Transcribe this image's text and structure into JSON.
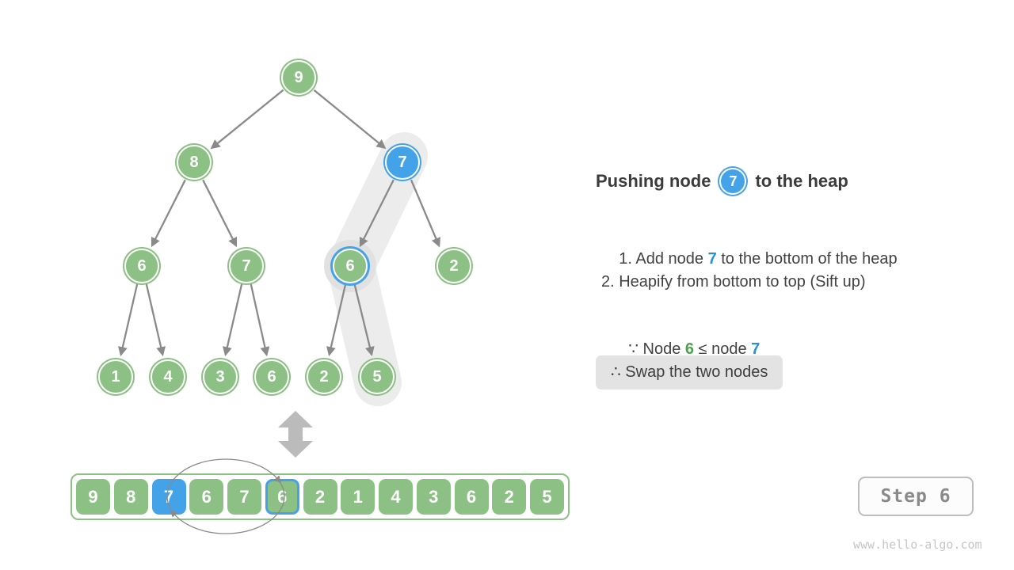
{
  "colors": {
    "node_green": "#8CC084",
    "node_blue": "#43A2E8",
    "text_blue": "#2492DB",
    "text_green": "#4DA04D",
    "band_gray": "#ECECEC",
    "arrow_gray": "#8A8A8A"
  },
  "tree": {
    "nodes": [
      {
        "value": "9",
        "state": "green"
      },
      {
        "value": "8",
        "state": "green"
      },
      {
        "value": "7",
        "state": "blue-filled"
      },
      {
        "value": "6",
        "state": "green"
      },
      {
        "value": "7",
        "state": "green"
      },
      {
        "value": "6",
        "state": "blue-outlined"
      },
      {
        "value": "2",
        "state": "green"
      },
      {
        "value": "1",
        "state": "green"
      },
      {
        "value": "4",
        "state": "green"
      },
      {
        "value": "3",
        "state": "green"
      },
      {
        "value": "6",
        "state": "green"
      },
      {
        "value": "2",
        "state": "green"
      },
      {
        "value": "5",
        "state": "green"
      }
    ]
  },
  "array": {
    "values": [
      "9",
      "8",
      "7",
      "6",
      "7",
      "6",
      "2",
      "1",
      "4",
      "3",
      "6",
      "2",
      "5"
    ],
    "blue_filled_index": 2,
    "blue_outlined_index": 5
  },
  "panel": {
    "title": {
      "prefix": "Pushing node",
      "node_value": "7",
      "suffix": "to the heap"
    },
    "step1": {
      "prefix": "1. Add node ",
      "highlight": "7",
      "suffix": " to the bottom of the heap"
    },
    "step2": "2. Heapify from bottom to top (Sift up)",
    "because": {
      "p1": "∵ Node ",
      "hl1": "6",
      "p2": " ≤ node ",
      "hl2": "7"
    },
    "therefore": "∴ Swap the two nodes"
  },
  "step_badge": "Step 6",
  "watermark": "www.hello-algo.com"
}
